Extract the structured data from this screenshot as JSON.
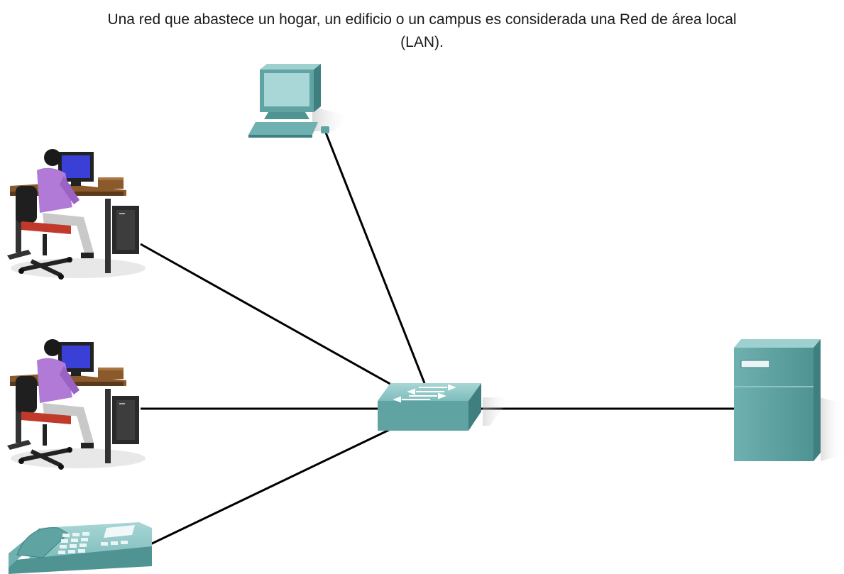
{
  "caption": {
    "line1": "Una red que abastece un hogar, un edificio o un campus es considerada una Red de área local",
    "line2": "(LAN)."
  },
  "colors": {
    "device_teal": "#5fa3a3",
    "device_teal_dark": "#3f7f80",
    "device_teal_light": "#8cc4c4",
    "shirt_purple": "#b07ad6",
    "desk_brown": "#8a5a2b",
    "link_black": "#000000"
  },
  "devices": [
    {
      "id": "computer-top",
      "icon": "desktop-computer-icon"
    },
    {
      "id": "workstation-1",
      "icon": "workstation-user-icon"
    },
    {
      "id": "workstation-2",
      "icon": "workstation-user-icon"
    },
    {
      "id": "ip-phone",
      "icon": "ip-phone-icon"
    },
    {
      "id": "switch",
      "icon": "lan-switch-icon"
    },
    {
      "id": "server",
      "icon": "server-tower-icon"
    }
  ]
}
